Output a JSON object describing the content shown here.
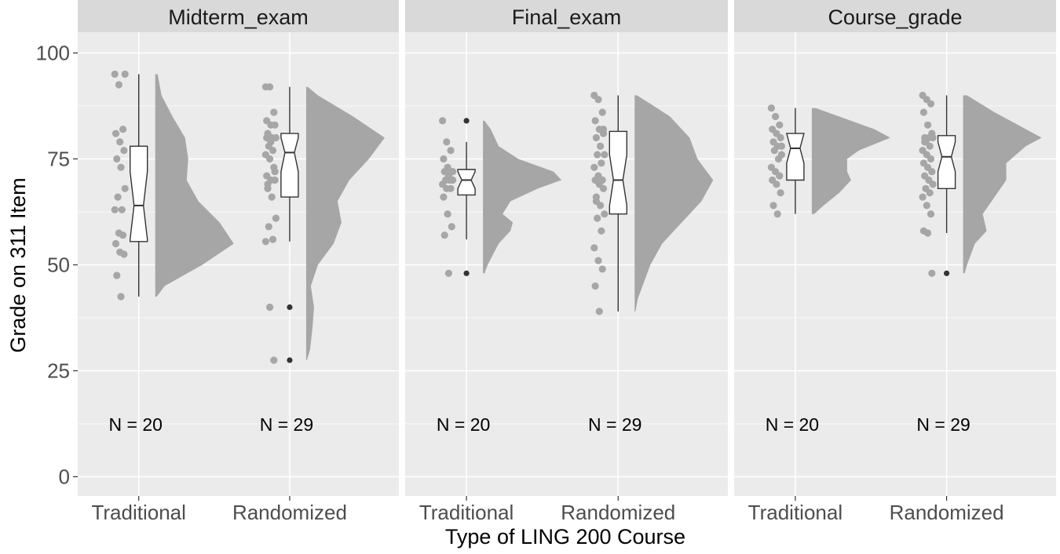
{
  "chart_data": {
    "type": "raincloud",
    "xlabel": "Type of LING 200 Course",
    "ylabel": "Grade on 311 Item",
    "ylim": [
      0,
      100
    ],
    "yticks": [
      0,
      25,
      50,
      75,
      100
    ],
    "grid": true,
    "categories": [
      "Traditional",
      "Randomized"
    ],
    "colors": {
      "panel_bg": "#ebebeb",
      "strip_bg": "#d9d9d9",
      "grid": "#ffffff",
      "points": "#a6a6a6",
      "density": "#a6a6a6",
      "box_fill": "#ffffff",
      "box_line": "#333333",
      "outlier": "#333333"
    },
    "panels": [
      {
        "name": "Midterm_exam",
        "groups": [
          {
            "category": "Traditional",
            "n_label": "N =  20",
            "points": [
              95,
              92.5,
              82,
              81,
              79,
              77,
              75,
              73,
              68,
              66,
              63,
              63,
              57.5,
              57,
              55,
              53,
              52.5,
              47.5,
              42.5,
              95
            ],
            "box": {
              "min": 42.5,
              "q1": 55.5,
              "median": 64,
              "q3": 78,
              "max": 95,
              "notch_low": 56,
              "notch_high": 72
            },
            "outliers": [],
            "density": [
              [
                42.5,
                0.02
              ],
              [
                45,
                0.12
              ],
              [
                50,
                0.6
              ],
              [
                55,
                1.0
              ],
              [
                60,
                0.82
              ],
              [
                65,
                0.55
              ],
              [
                70,
                0.4
              ],
              [
                75,
                0.42
              ],
              [
                80,
                0.38
              ],
              [
                85,
                0.22
              ],
              [
                90,
                0.08
              ],
              [
                95,
                0.03
              ]
            ]
          },
          {
            "category": "Randomized",
            "n_label": "N =  29",
            "points": [
              92,
              92,
              86,
              84,
              83,
              83,
              81,
              80,
              80,
              78,
              77,
              76,
              75,
              73,
              71,
              70,
              70,
              68,
              66,
              61,
              59,
              56,
              55.5,
              40,
              27.5,
              80,
              79,
              72,
              69
            ],
            "box": {
              "min": 55.5,
              "q1": 66,
              "median": 76.5,
              "q3": 81,
              "max": 92,
              "notch_low": 72,
              "notch_high": 80
            },
            "outliers": [
              40,
              27.5
            ],
            "density": [
              [
                27.5,
                0.01
              ],
              [
                30,
                0.05
              ],
              [
                35,
                0.08
              ],
              [
                40,
                0.1
              ],
              [
                45,
                0.06
              ],
              [
                50,
                0.15
              ],
              [
                55,
                0.35
              ],
              [
                60,
                0.45
              ],
              [
                65,
                0.4
              ],
              [
                70,
                0.55
              ],
              [
                75,
                0.8
              ],
              [
                80,
                1.0
              ],
              [
                85,
                0.6
              ],
              [
                90,
                0.15
              ],
              [
                92,
                0.02
              ]
            ]
          }
        ]
      },
      {
        "name": "Final_exam",
        "groups": [
          {
            "category": "Traditional",
            "n_label": "N =  20",
            "points": [
              84,
              79,
              77,
              75,
              73,
              72,
              72,
              71,
              70,
              70,
              70,
              69,
              68,
              68,
              66,
              62,
              59,
              57,
              48,
              72
            ],
            "box": {
              "min": 56,
              "q1": 66.5,
              "median": 70,
              "q3": 72.5,
              "max": 79,
              "notch_low": 68,
              "notch_high": 72
            },
            "outliers": [
              84,
              48
            ],
            "density": [
              [
                48,
                0.02
              ],
              [
                50,
                0.06
              ],
              [
                55,
                0.2
              ],
              [
                58,
                0.35
              ],
              [
                60,
                0.38
              ],
              [
                62,
                0.25
              ],
              [
                65,
                0.35
              ],
              [
                68,
                0.7
              ],
              [
                70,
                1.0
              ],
              [
                72,
                0.9
              ],
              [
                75,
                0.45
              ],
              [
                78,
                0.2
              ],
              [
                82,
                0.1
              ],
              [
                84,
                0.02
              ]
            ]
          },
          {
            "category": "Randomized",
            "n_label": "N =  29",
            "points": [
              90,
              89,
              86,
              84,
              82,
              81,
              80,
              78,
              76,
              76,
              74,
              73,
              71,
              70,
              70,
              69,
              68,
              66,
              64,
              62,
              61,
              58,
              54,
              51,
              49,
              45,
              39,
              82,
              65
            ],
            "box": {
              "min": 39,
              "q1": 62,
              "median": 70,
              "q3": 81.5,
              "max": 90,
              "notch_low": 64,
              "notch_high": 76
            },
            "outliers": [],
            "density": [
              [
                39,
                0.01
              ],
              [
                42,
                0.04
              ],
              [
                45,
                0.1
              ],
              [
                50,
                0.2
              ],
              [
                55,
                0.35
              ],
              [
                60,
                0.6
              ],
              [
                65,
                0.85
              ],
              [
                70,
                1.0
              ],
              [
                75,
                0.8
              ],
              [
                80,
                0.7
              ],
              [
                85,
                0.45
              ],
              [
                88,
                0.2
              ],
              [
                90,
                0.03
              ]
            ]
          }
        ]
      },
      {
        "name": "Course_grade",
        "groups": [
          {
            "category": "Traditional",
            "n_label": "N =  20",
            "points": [
              87,
              85,
              83,
              82,
              81,
              80,
              79,
              78,
              78,
              77,
              75,
              73,
              72,
              71,
              70,
              69,
              67,
              64,
              62,
              76
            ],
            "box": {
              "min": 62,
              "q1": 70,
              "median": 77.5,
              "q3": 81,
              "max": 87,
              "notch_low": 74,
              "notch_high": 81
            },
            "outliers": [],
            "density": [
              [
                62,
                0.03
              ],
              [
                64,
                0.15
              ],
              [
                67,
                0.35
              ],
              [
                70,
                0.5
              ],
              [
                72,
                0.45
              ],
              [
                75,
                0.45
              ],
              [
                77,
                0.6
              ],
              [
                80,
                1.0
              ],
              [
                82,
                0.8
              ],
              [
                85,
                0.35
              ],
              [
                87,
                0.05
              ]
            ]
          },
          {
            "category": "Randomized",
            "n_label": "N =  29",
            "points": [
              90,
              89,
              88,
              86,
              83,
              81,
              80,
              80,
              80,
              79,
              78,
              77,
              76,
              75,
              74,
              73,
              72,
              71,
              70,
              69,
              68,
              67,
              66,
              64,
              62,
              58,
              57.5,
              48,
              79
            ],
            "box": {
              "min": 57.5,
              "q1": 68,
              "median": 75.5,
              "q3": 80.5,
              "max": 90,
              "notch_low": 72,
              "notch_high": 79
            },
            "outliers": [
              48
            ],
            "density": [
              [
                48,
                0.02
              ],
              [
                50,
                0.05
              ],
              [
                55,
                0.15
              ],
              [
                58,
                0.3
              ],
              [
                62,
                0.25
              ],
              [
                66,
                0.4
              ],
              [
                70,
                0.55
              ],
              [
                74,
                0.55
              ],
              [
                78,
                0.8
              ],
              [
                80,
                1.0
              ],
              [
                83,
                0.7
              ],
              [
                86,
                0.4
              ],
              [
                90,
                0.05
              ]
            ]
          }
        ]
      }
    ]
  }
}
